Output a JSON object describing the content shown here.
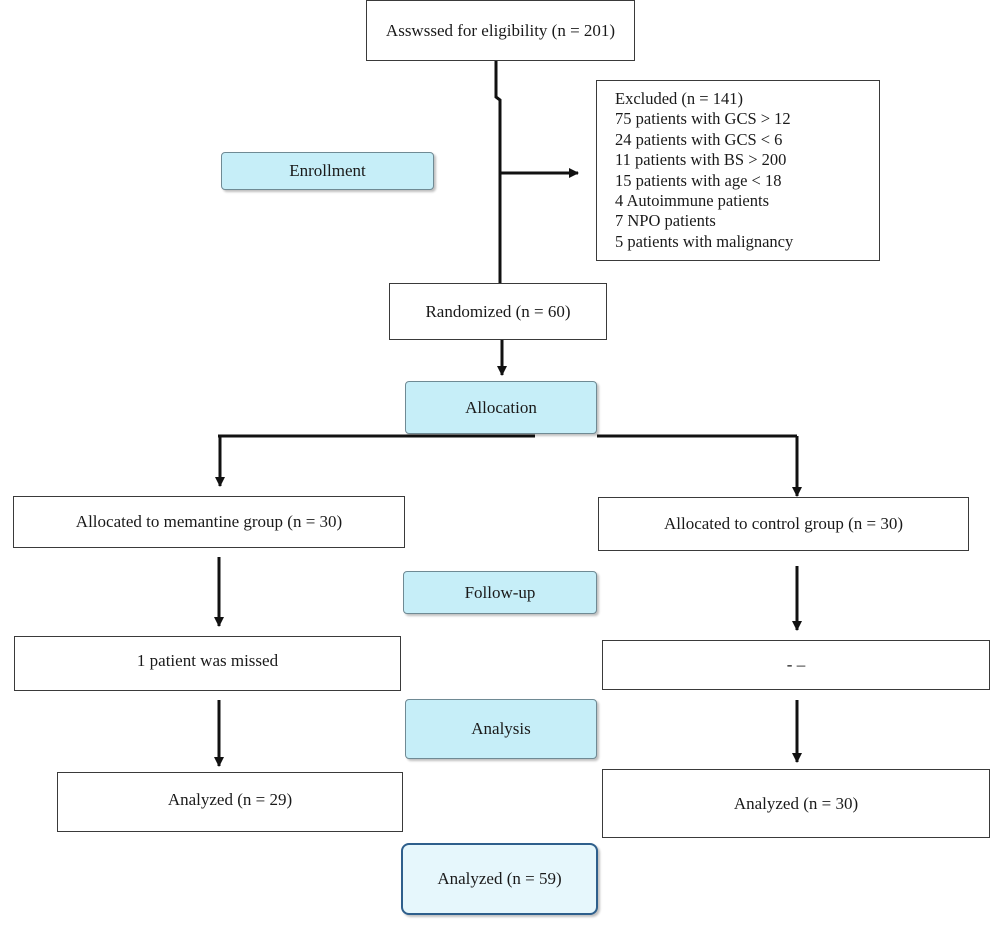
{
  "boxes": {
    "assessed": "Asswssed for eligibility (n = 201)",
    "randomized": "Randomized (n = 60)",
    "memantine": "Allocated to memantine group (n = 30)",
    "control": "Allocated to control group (n = 30)",
    "missed": "1 patient was missed",
    "control_followup": "- –",
    "analyzed_memantine": "Analyzed (n = 29)",
    "analyzed_control": "Analyzed (n = 30)",
    "analyzed_total": "Analyzed (n = 59)"
  },
  "excluded": {
    "title": "Excluded (n = 141)",
    "items": [
      "75 patients with GCS > 12",
      "24 patients with GCS < 6",
      "11 patients with BS > 200",
      "15 patients with age < 18",
      "4 Autoimmune patients",
      "7 NPO patients",
      "5 patients with malignancy"
    ]
  },
  "phases": {
    "enrollment": "Enrollment",
    "allocation": "Allocation",
    "followup": "Follow-up",
    "analysis": "Analysis"
  },
  "colors": {
    "phase_fill": "#c6eef8",
    "final_border": "#2e5f8c",
    "line": "#111111"
  }
}
